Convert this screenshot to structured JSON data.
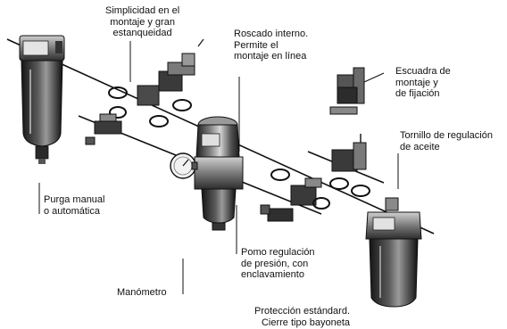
{
  "labels": {
    "simplicidad": [
      "Simplicidad en el",
      "montaje y gran",
      "estanqueidad"
    ],
    "roscado": [
      "Roscado interno.",
      "Permite el",
      "montaje en línea"
    ],
    "escuadra": [
      "Escuadra de",
      "montaje y",
      "de fijación"
    ],
    "tornillo": [
      "Tornillo de regulación",
      "de aceite"
    ],
    "purga": [
      "Purga manual",
      "o automática"
    ],
    "pomo": [
      "Pomo regulación",
      "de presión, con",
      "enclavamiento"
    ],
    "manometro": [
      "Manómetro"
    ],
    "proteccion": [
      "Protección estándard.",
      "Cierre tipo bayoneta"
    ]
  },
  "colors": {
    "ink": "#111111",
    "metal_dark": "#2a2a2a",
    "metal_mid": "#6e6e6e",
    "metal_light": "#bdbdbd",
    "highlight": "#e6e6e6"
  }
}
